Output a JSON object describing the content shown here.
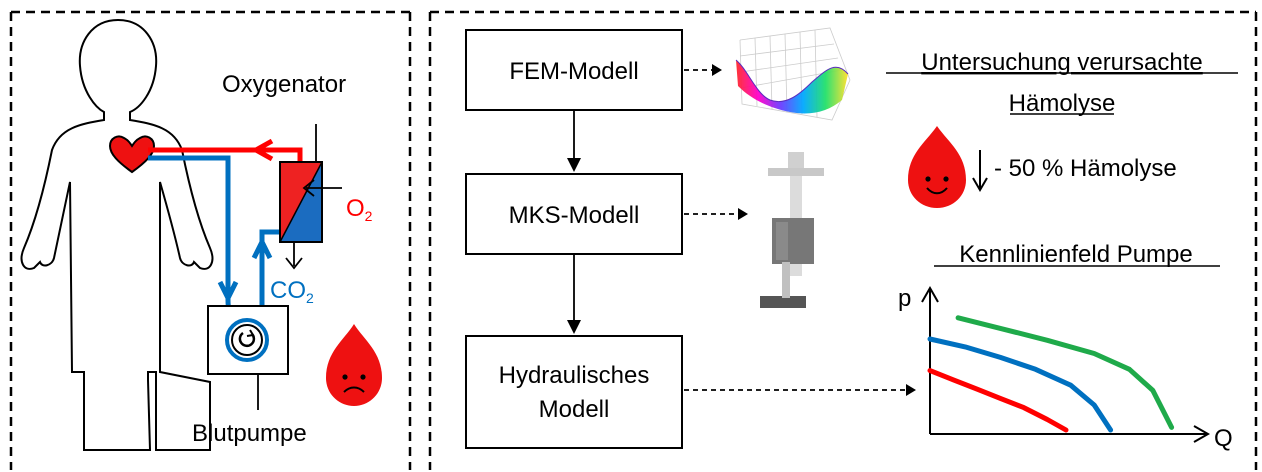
{
  "left_panel": {
    "oxygenator_label": "Oxygenator",
    "o2_label": "O",
    "o2_subscript": "2",
    "co2_label": "CO",
    "co2_subscript": "2",
    "pump_label": "Blutpumpe",
    "mood_icon": "sad-blood-drop-icon"
  },
  "right_panel": {
    "boxes": [
      "FEM-Modell",
      "MKS-Modell",
      "Hydraulisches",
      "Modell"
    ],
    "hemolysis": {
      "title_line1": "Untersuchung verursachte",
      "title_line2": "Hämolyse",
      "result": "- 50 % Hämolyse",
      "mood_icon": "happy-blood-drop-icon"
    },
    "characteristic": {
      "title": "Kennlinienfeld Pumpe",
      "y_axis": "p",
      "x_axis": "Q"
    }
  },
  "colors": {
    "red": "#ff0000",
    "blue": "#0070c0",
    "green": "#1faa4a",
    "drop_red": "#ee1111"
  },
  "chart_data": {
    "type": "line",
    "xlabel": "Q",
    "ylabel": "p",
    "series": [
      {
        "color": "#ff0000",
        "x": [
          0,
          10,
          20,
          30,
          40,
          50,
          58
        ],
        "y": [
          48,
          41,
          34,
          27,
          20,
          11,
          3
        ]
      },
      {
        "color": "#0070c0",
        "x": [
          0,
          15,
          30,
          45,
          60,
          70,
          77
        ],
        "y": [
          72,
          66,
          58,
          49,
          37,
          22,
          3
        ]
      },
      {
        "color": "#1faa4a",
        "x": [
          12,
          30,
          50,
          70,
          85,
          95,
          103
        ],
        "y": [
          88,
          80,
          71,
          61,
          49,
          33,
          5
        ]
      }
    ]
  }
}
